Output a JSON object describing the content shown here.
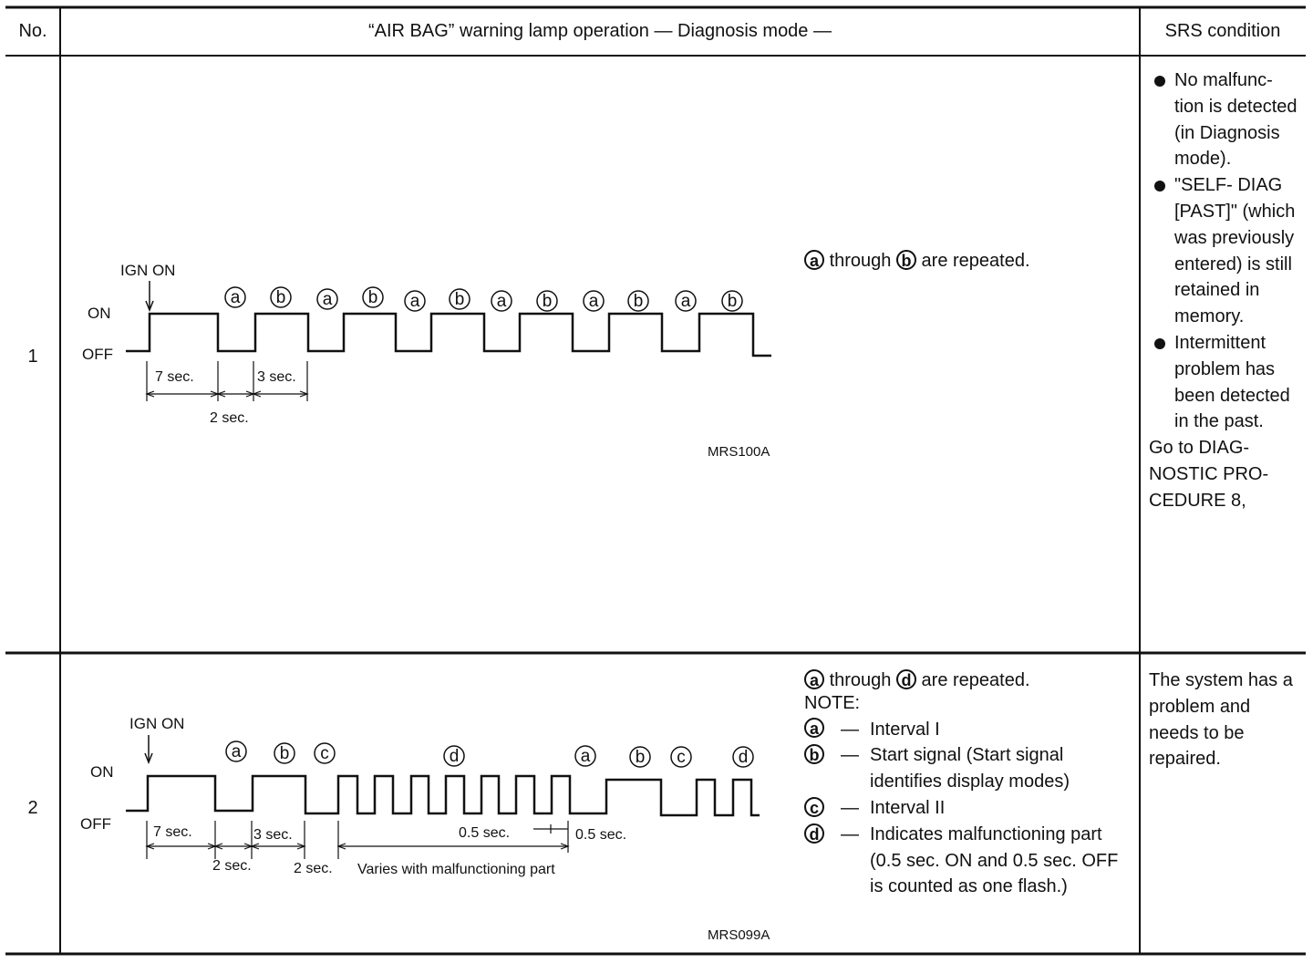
{
  "table": {
    "headers": {
      "no": "No.",
      "operation": "“AIR BAG” warning lamp operation — Diagnosis mode —",
      "condition": "SRS condition"
    },
    "rows": [
      {
        "no": "1",
        "diagram": {
          "ign_label": "IGN ON",
          "on_label": "ON",
          "off_label": "OFF",
          "markers": [
            "a",
            "b",
            "a",
            "b",
            "a",
            "b",
            "a",
            "b",
            "a",
            "b",
            "a",
            "b"
          ],
          "dim_7": "7 sec.",
          "dim_3": "3 sec.",
          "dim_2": "2 sec.",
          "code": "MRS100A"
        },
        "note": {
          "from": "a",
          "through": "through",
          "to": "b",
          "tail": "are repeated."
        },
        "condition": {
          "bullets": [
            "No malfunc- tion is detected (in Diagnosis mode).",
            "\"SELF- DIAG [PAST]\" (which was previously entered) is still retained in memory.",
            "Intermittent problem has been detected in the past."
          ],
          "tail": "Go to DIAG- NOSTIC PRO- CEDURE 8,"
        }
      },
      {
        "no": "2",
        "diagram": {
          "ign_label": "IGN ON",
          "on_label": "ON",
          "off_label": "OFF",
          "markers": [
            "a",
            "b",
            "c",
            "d",
            "a",
            "b",
            "c",
            "d"
          ],
          "dim_7": "7 sec.",
          "dim_3": "3 sec.",
          "dim_2a": "2 sec.",
          "dim_2b": "2 sec.",
          "varies": "Varies with malfunctioning part",
          "dim_05a": "0.5 sec.",
          "dim_05b": "0.5 sec.",
          "code": "MRS099A"
        },
        "note": {
          "from": "a",
          "through": "through",
          "to": "d",
          "tail": "are repeated.",
          "note_label": "NOTE:",
          "items": [
            {
              "key": "a",
              "text": "Interval I"
            },
            {
              "key": "b",
              "text": "Start signal (Start signal identifies display modes)"
            },
            {
              "key": "c",
              "text": "Interval II"
            },
            {
              "key": "d",
              "text": "Indicates malfunctioning part (0.5 sec. ON and 0.5 sec. OFF is counted as one flash.)"
            }
          ]
        },
        "condition": {
          "text": "The system has a problem and needs to be repaired."
        }
      }
    ]
  }
}
